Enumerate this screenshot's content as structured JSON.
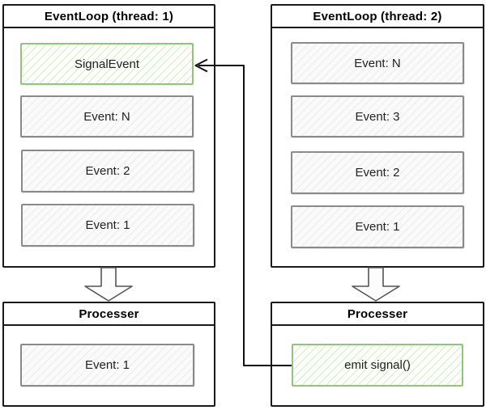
{
  "colors": {
    "outline": "#1a1a1a",
    "event_border": "#8a8a8a",
    "highlight_green": "#93c47d",
    "connector": "#111111"
  },
  "icons": {
    "flow_arrow": "block-arrow-down",
    "signal_arrow": "open-arrow-left"
  },
  "left_event_loop": {
    "title": "EventLoop (thread: 1)",
    "events": [
      {
        "label": "SignalEvent"
      },
      {
        "label": "Event: N"
      },
      {
        "label": "Event: 2"
      },
      {
        "label": "Event: 1"
      }
    ]
  },
  "right_event_loop": {
    "title": "EventLoop (thread: 2)",
    "events": [
      {
        "label": "Event: N"
      },
      {
        "label": "Event: 3"
      },
      {
        "label": "Event: 2"
      },
      {
        "label": "Event: 1"
      }
    ]
  },
  "left_processor": {
    "title": "Processer",
    "events": [
      {
        "label": "Event: 1"
      }
    ]
  },
  "right_processor": {
    "title": "Processer",
    "events": [
      {
        "label": "emit signal()"
      }
    ]
  }
}
